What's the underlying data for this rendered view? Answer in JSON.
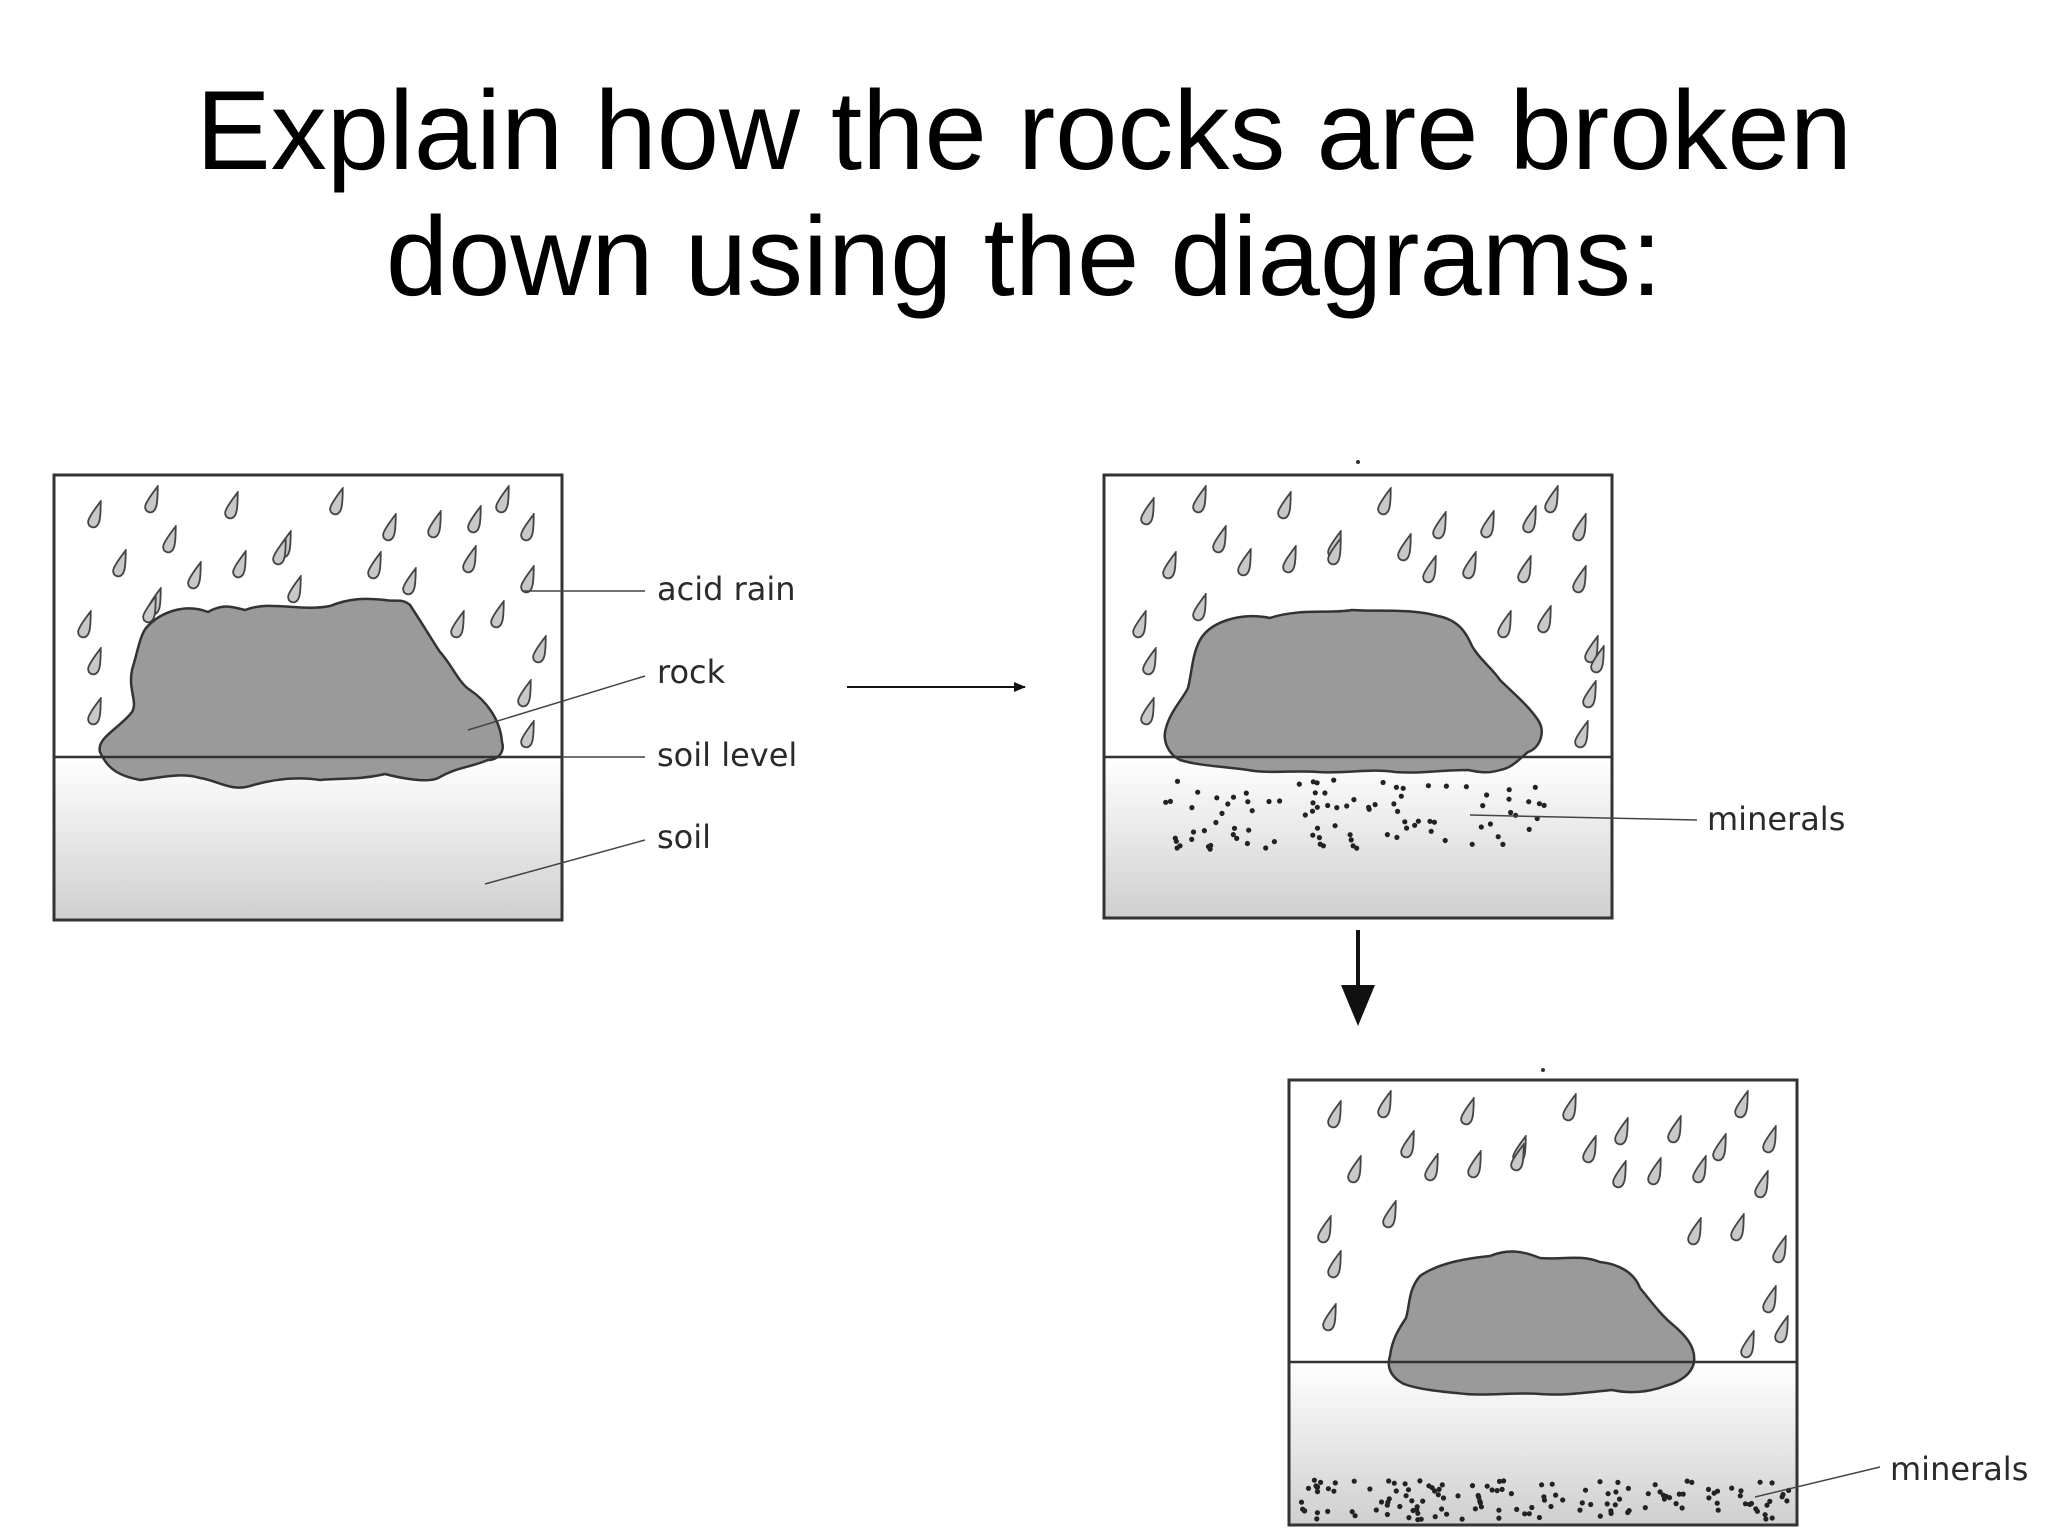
{
  "slide": {
    "title_line1": "Explain how the rocks are broken",
    "title_line2": "down using the diagrams:"
  },
  "diagram1": {
    "labels": {
      "acid_rain": "acid rain",
      "rock": "rock",
      "soil_level": "soil level",
      "soil": "soil"
    }
  },
  "diagram2": {
    "minerals_label": "minerals"
  },
  "diagram3": {
    "minerals_label": "minerals"
  },
  "colors": {
    "rock": "#9a9a9a",
    "outline": "#333333",
    "soil_top": "#ffffff",
    "soil_bottom": "#cfcfcf",
    "raindrop": "#c8c8c8"
  }
}
